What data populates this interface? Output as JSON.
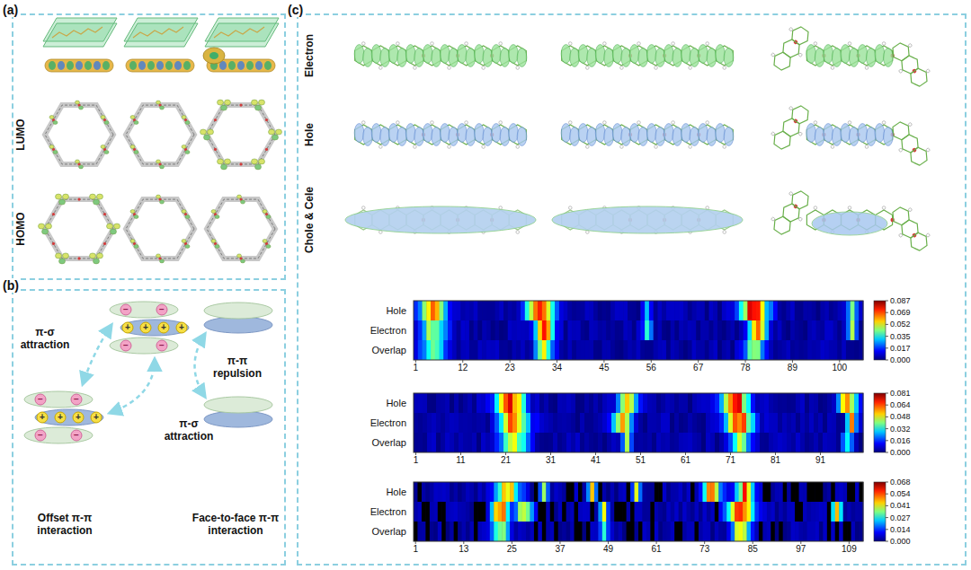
{
  "diagram": {
    "nodes": [
      {
        "text": [
          "(a)"
        ]
      },
      {
        "text": [
          "(b)"
        ]
      },
      {
        "text": [
          "(c)"
        ]
      }
    ],
    "edges": [],
    "labels": [
      "LUMO",
      "HOMO",
      "π-σ attraction",
      "π-σ attraction",
      "π-π repulsion",
      "Offset π-π interaction",
      "Face-to-face π-π interaction",
      "−",
      "−",
      "+",
      "+",
      "+",
      "+",
      "−",
      "−",
      "−",
      "−",
      "+",
      "+",
      "+",
      "+",
      "−",
      "−",
      "Electron",
      "Hole",
      "Chole & Cele",
      "Hole",
      "Electron",
      "Overlap",
      "1",
      "12",
      "23",
      "34",
      "45",
      "56",
      "67",
      "78",
      "89",
      "100",
      "0.087",
      "0.069",
      "0.052",
      "0.035",
      "0.017",
      "0.000",
      "Hole",
      "Electron",
      "Overlap",
      "1",
      "11",
      "21",
      "31",
      "41",
      "51",
      "61",
      "71",
      "81",
      "91",
      "0.081",
      "0.064",
      "0.048",
      "0.032",
      "0.016",
      "0.000",
      "Hole",
      "Electron",
      "Overlap",
      "1",
      "13",
      "25",
      "37",
      "49",
      "61",
      "73",
      "85",
      "97",
      "109",
      "0.068",
      "0.054",
      "0.041",
      "0.027",
      "0.014",
      "0.000"
    ]
  }
}
